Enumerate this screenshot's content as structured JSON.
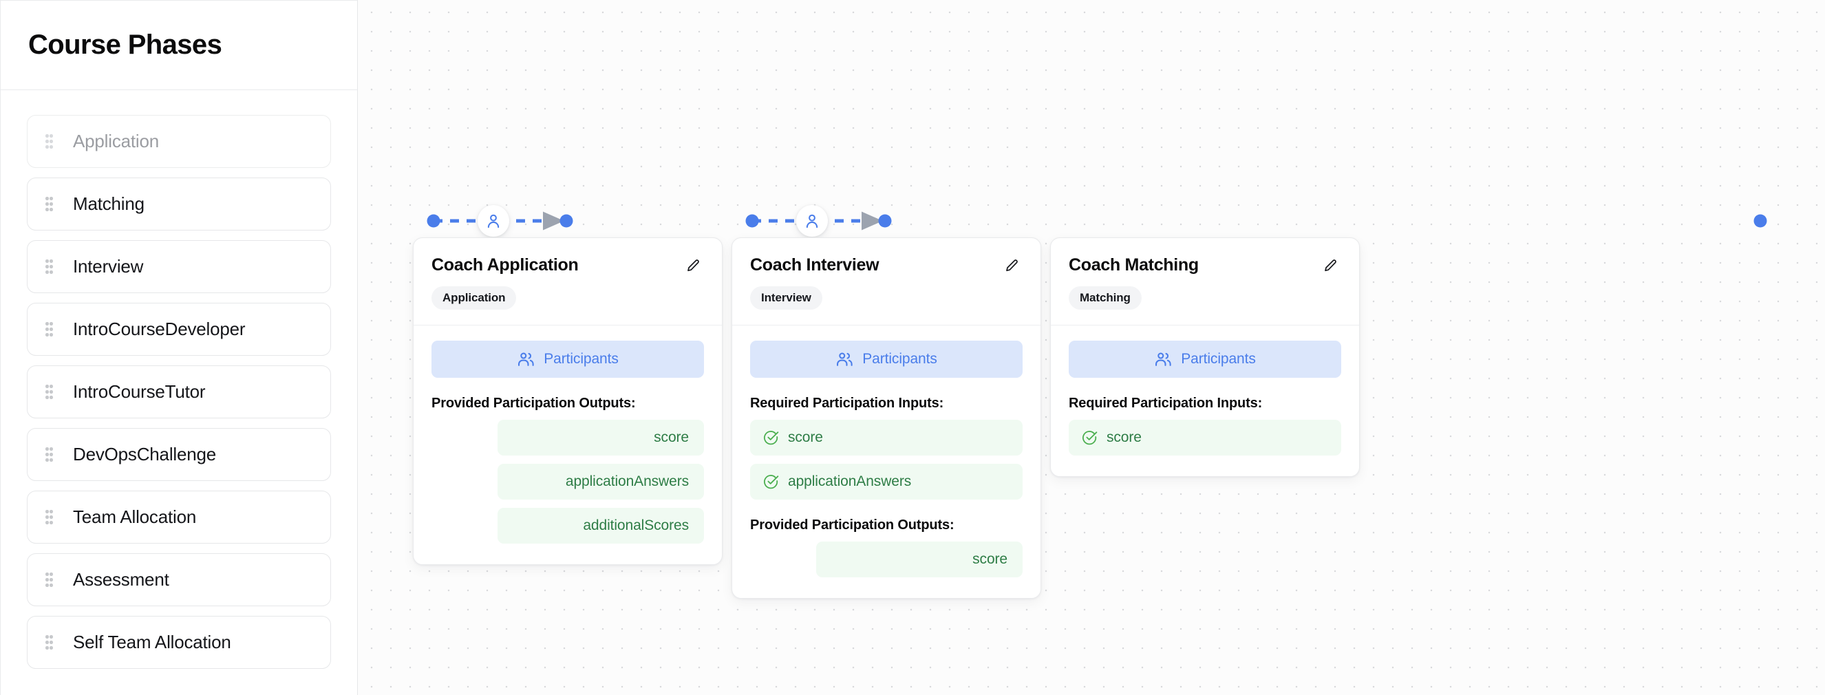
{
  "sidebar": {
    "title": "Course Phases",
    "items": [
      {
        "label": "Application",
        "state": "disabled"
      },
      {
        "label": "Matching",
        "state": "enabled"
      },
      {
        "label": "Interview",
        "state": "enabled"
      },
      {
        "label": "IntroCourseDeveloper",
        "state": "enabled"
      },
      {
        "label": "IntroCourseTutor",
        "state": "enabled"
      },
      {
        "label": "DevOpsChallenge",
        "state": "enabled"
      },
      {
        "label": "Team Allocation",
        "state": "enabled"
      },
      {
        "label": "Assessment",
        "state": "enabled"
      },
      {
        "label": "Self Team Allocation",
        "state": "enabled"
      }
    ]
  },
  "canvas": {
    "nodes": [
      {
        "id": "coach-application",
        "title": "Coach Application",
        "badge": "Application",
        "participants_label": "Participants",
        "sections": [
          {
            "label": "Provided Participation Outputs:",
            "kind": "output",
            "items": [
              "score",
              "applicationAnswers",
              "additionalScores"
            ]
          }
        ]
      },
      {
        "id": "coach-interview",
        "title": "Coach Interview",
        "badge": "Interview",
        "participants_label": "Participants",
        "sections": [
          {
            "label": "Required Participation Inputs:",
            "kind": "input",
            "items": [
              "score",
              "applicationAnswers"
            ]
          },
          {
            "label": "Provided Participation Outputs:",
            "kind": "output",
            "items": [
              "score"
            ]
          }
        ]
      },
      {
        "id": "coach-matching",
        "title": "Coach Matching",
        "badge": "Matching",
        "participants_label": "Participants",
        "sections": [
          {
            "label": "Required Participation Inputs:",
            "kind": "input",
            "items": [
              "score"
            ]
          }
        ]
      }
    ],
    "edges": [
      {
        "id": "participants-app-to-interview",
        "kind": "participants",
        "color": "#4a7dea",
        "badge_icon": "person-icon"
      },
      {
        "id": "score-app-to-interview",
        "kind": "data",
        "color": "#4caf50",
        "badge_icon": "database-icon"
      },
      {
        "id": "applicationanswers-app-to-interview",
        "kind": "data",
        "color": "#4caf50",
        "badge_icon": "database-icon"
      },
      {
        "id": "participants-interview-to-matching",
        "kind": "participants",
        "color": "#4a7dea",
        "badge_icon": "person-icon"
      },
      {
        "id": "score-interview-to-matching",
        "kind": "data",
        "color": "#4caf50",
        "badge_icon": "database-icon"
      }
    ],
    "colors": {
      "participants_edge": "#4a7dea",
      "data_edge": "#4caf50",
      "arrowhead": "#9ca3af",
      "canvas_background": "#fcfcfc",
      "dot_grid": "#d8d9dc"
    }
  }
}
